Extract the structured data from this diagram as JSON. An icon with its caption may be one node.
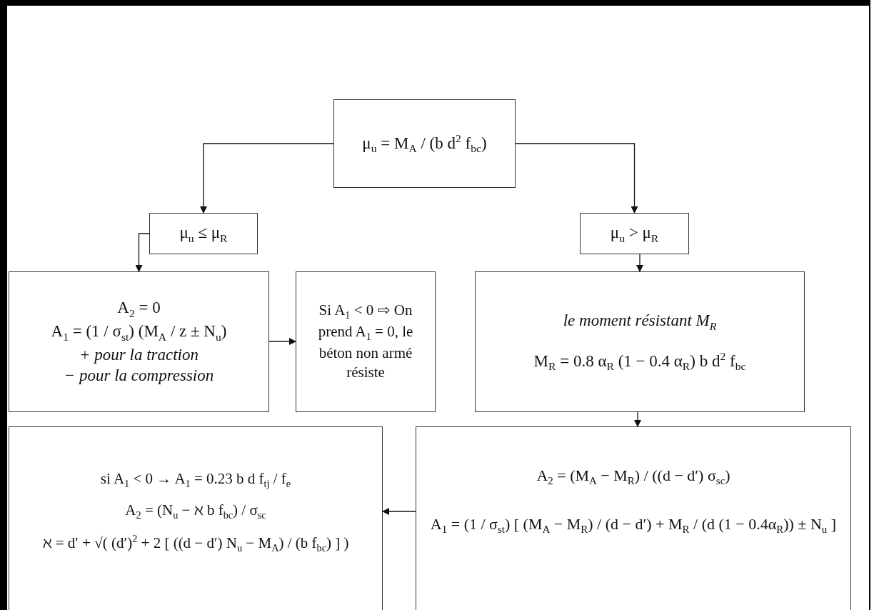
{
  "diagram": {
    "nodes": [
      {
        "text": [
          "μ$_{u}$ = M$_{A}$ / (b d$^{2}$ f$_{bc}$)"
        ]
      },
      {
        "text": [
          "μ$_{u}$ ≤ μ$_{R}$"
        ]
      },
      {
        "text": [
          "μ$_{u}$ > μ$_{R}$"
        ]
      },
      {
        "text": [
          "A$_{2}$ = 0",
          "A$_{1}$ = (1 / σ$_{st}$) (M$_{A}$ / z ± N$_{u}$)",
          "+ pour la traction",
          "− pour la compression"
        ]
      },
      {
        "text": [
          "Si A$_{1}$ < 0 ⇨ On prend A$_{1}$ = 0, le béton non armé résiste"
        ]
      },
      {
        "text": [
          "le moment résistant M$_{R}$",
          "M$_{R}$ = 0.8 α$_{R}$ (1 − 0.4 α$_{R}$) b d$^{2}$ f$_{bc}$"
        ]
      },
      {
        "text": [
          "si A$_{1}$ < 0 → A$_{1}$ = 0.23 b d f$_{tj}$ / f$_{e}$",
          "A$_{2}$ = (N$_{u}$ − ℵ b f$_{bc}$) / σ$_{sc}$",
          "ℵ = d′ + √( (d′)$^{2}$ + 2 [ ((d − d′) N$_{u}$ − M$_{A}$) / (b f$_{bc}$) ] )"
        ]
      },
      {
        "text": [
          "A$_{2}$ = (M$_{A}$ − M$_{R}$) / ((d − d′) σ$_{sc}$)",
          "A$_{1}$ = (1 / σ$_{st}$) [ (M$_{A}$ − M$_{R}$) / (d − d′) + M$_{R}$ / (d (1 − 0.4α$_{R}$)) ± N$_{u}$ ]"
        ]
      }
    ],
    "edges": [
      {
        "from": 0,
        "to": 1,
        "arrow": "to"
      },
      {
        "from": 0,
        "to": 2,
        "arrow": "to"
      },
      {
        "from": 1,
        "to": 3,
        "arrow": "to"
      },
      {
        "from": 3,
        "to": 4,
        "arrow": "to"
      },
      {
        "from": 2,
        "to": 5,
        "arrow": "to"
      },
      {
        "from": 5,
        "to": 7,
        "arrow": "to"
      },
      {
        "from": 7,
        "to": 6,
        "arrow": "to"
      }
    ]
  }
}
